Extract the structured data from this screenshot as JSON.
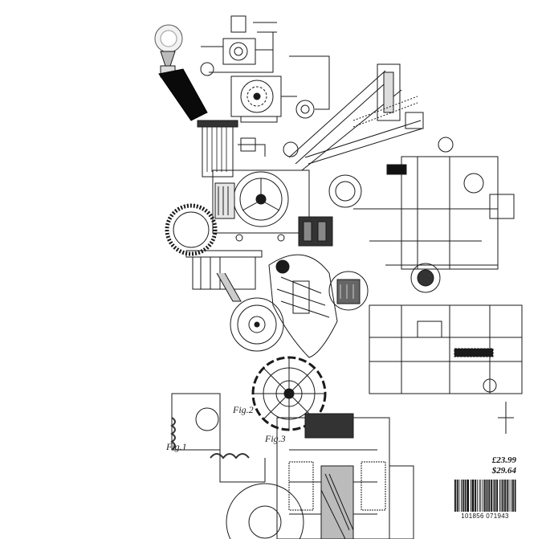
{
  "cover": {
    "price_gbp": "£23.99",
    "price_usd": "$29.64",
    "barcode_number": "101856 071943",
    "fig_labels": [
      "Fig.1",
      "Fig.2",
      "Fig.3"
    ]
  },
  "colors": {
    "ink": "#1a1a1a",
    "paper": "#ffffff",
    "coil": "#333333"
  },
  "icons": [
    "torch-hand-icon",
    "barcode-icon"
  ]
}
